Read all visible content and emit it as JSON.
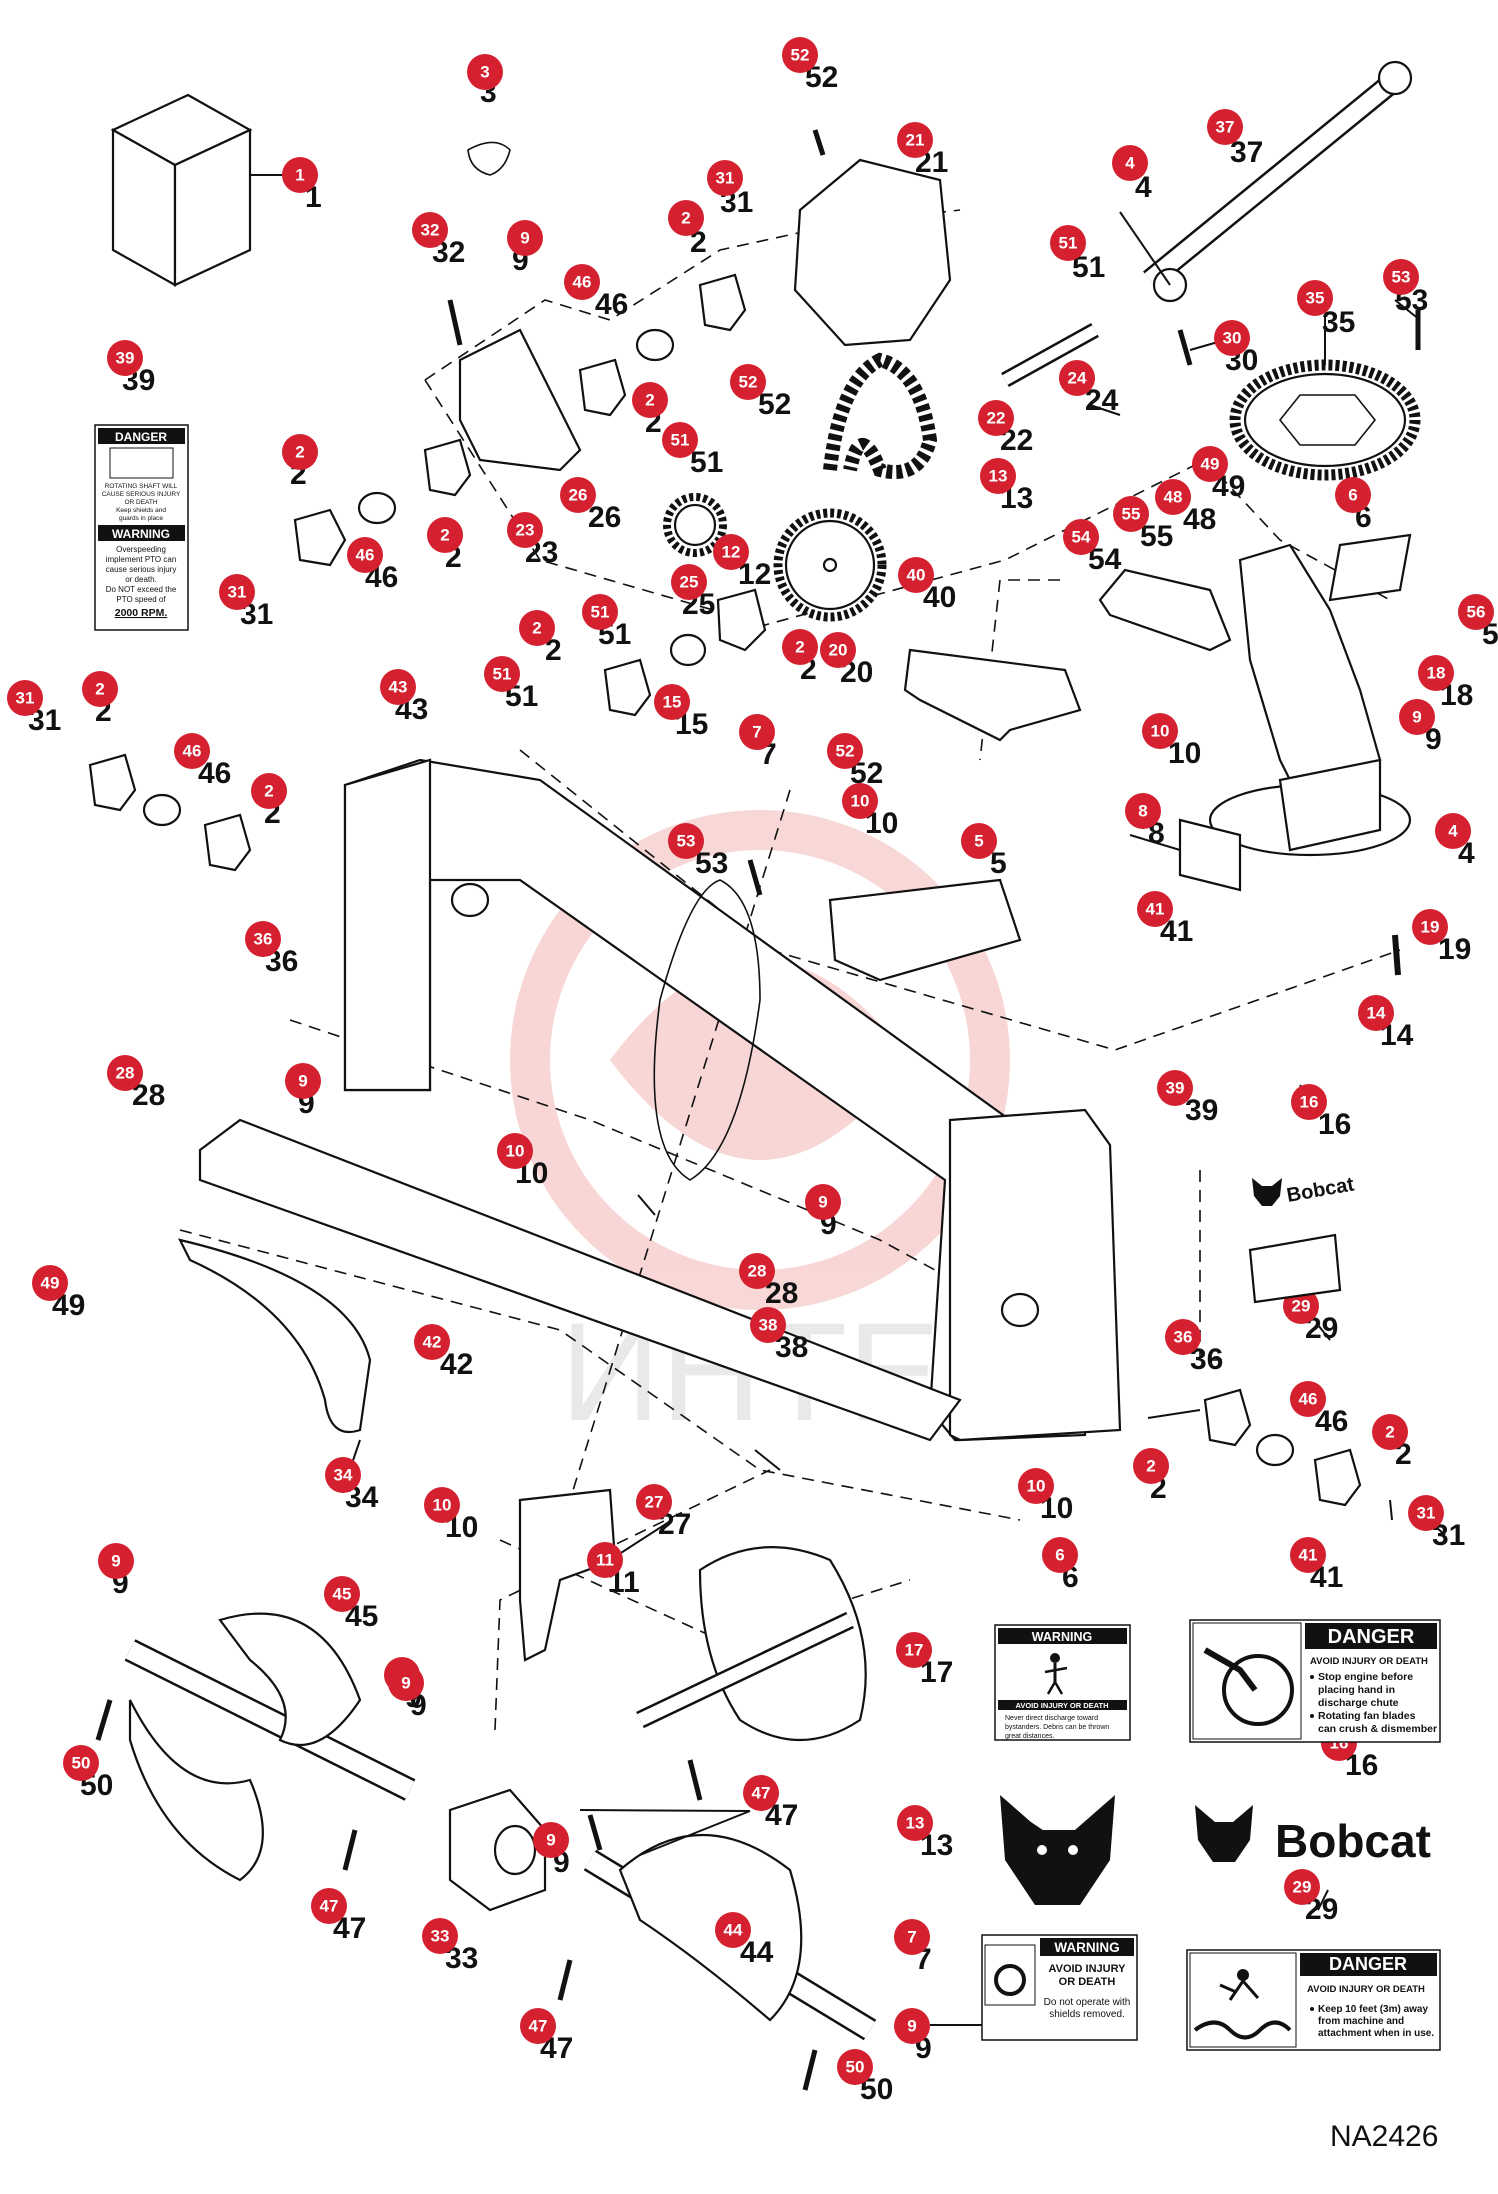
{
  "diagram": {
    "reference_code": "NA2426",
    "watermark": "ИНТЕХ",
    "marker_color": "#d4202f",
    "callouts": [
      {
        "num": "1"
      },
      {
        "num": "3"
      },
      {
        "num": "52"
      },
      {
        "num": "21"
      },
      {
        "num": "37"
      },
      {
        "num": "4"
      },
      {
        "num": "51"
      },
      {
        "num": "30"
      },
      {
        "num": "53"
      },
      {
        "num": "35"
      },
      {
        "num": "31"
      },
      {
        "num": "2"
      },
      {
        "num": "32"
      },
      {
        "num": "9"
      },
      {
        "num": "46"
      },
      {
        "num": "52"
      },
      {
        "num": "24"
      },
      {
        "num": "22"
      },
      {
        "num": "2"
      },
      {
        "num": "51"
      },
      {
        "num": "13"
      },
      {
        "num": "49"
      },
      {
        "num": "6"
      },
      {
        "num": "48"
      },
      {
        "num": "55"
      },
      {
        "num": "39"
      },
      {
        "num": "2"
      },
      {
        "num": "46"
      },
      {
        "num": "2"
      },
      {
        "num": "23"
      },
      {
        "num": "26"
      },
      {
        "num": "12"
      },
      {
        "num": "25"
      },
      {
        "num": "40"
      },
      {
        "num": "54"
      },
      {
        "num": "31"
      },
      {
        "num": "51"
      },
      {
        "num": "2"
      },
      {
        "num": "2"
      },
      {
        "num": "20"
      },
      {
        "num": "56"
      },
      {
        "num": "51"
      },
      {
        "num": "15"
      },
      {
        "num": "18"
      },
      {
        "num": "31"
      },
      {
        "num": "2"
      },
      {
        "num": "43"
      },
      {
        "num": "7"
      },
      {
        "num": "10"
      },
      {
        "num": "9"
      },
      {
        "num": "46"
      },
      {
        "num": "2"
      },
      {
        "num": "52"
      },
      {
        "num": "10"
      },
      {
        "num": "8"
      },
      {
        "num": "53"
      },
      {
        "num": "5"
      },
      {
        "num": "4"
      },
      {
        "num": "41"
      },
      {
        "num": "19"
      },
      {
        "num": "36"
      },
      {
        "num": "14"
      },
      {
        "num": "9"
      },
      {
        "num": "28"
      },
      {
        "num": "39"
      },
      {
        "num": "16"
      },
      {
        "num": "10"
      },
      {
        "num": "9"
      },
      {
        "num": "28"
      },
      {
        "num": "49"
      },
      {
        "num": "29"
      },
      {
        "num": "38"
      },
      {
        "num": "36"
      },
      {
        "num": "42"
      },
      {
        "num": "46"
      },
      {
        "num": "2"
      },
      {
        "num": "2"
      },
      {
        "num": "34"
      },
      {
        "num": "10"
      },
      {
        "num": "10"
      },
      {
        "num": "27"
      },
      {
        "num": "31"
      },
      {
        "num": "11"
      },
      {
        "num": "6"
      },
      {
        "num": "41"
      },
      {
        "num": "9"
      },
      {
        "num": "45"
      },
      {
        "num": "9"
      },
      {
        "num": "17"
      },
      {
        "num": "9"
      },
      {
        "num": "50"
      },
      {
        "num": "47"
      },
      {
        "num": "16"
      },
      {
        "num": "13"
      },
      {
        "num": "9"
      },
      {
        "num": "47"
      },
      {
        "num": "29"
      },
      {
        "num": "33"
      },
      {
        "num": "44"
      },
      {
        "num": "7"
      },
      {
        "num": "47"
      },
      {
        "num": "9"
      },
      {
        "num": "50"
      }
    ],
    "decal_39": {
      "head1": "DANGER",
      "body1": [
        "ROTATING SHAFT WILL",
        "CAUSE SERIOUS INJURY",
        "OR DEATH",
        "Keep shields and",
        "guards in place"
      ],
      "head2": "WARNING",
      "body2": [
        "Overspeeding",
        "implement PTO can",
        "cause serious injury",
        "or death.",
        "Do NOT exceed the",
        "PTO speed of"
      ],
      "speed": "2000 RPM."
    },
    "decal_6": {
      "head": "WARNING",
      "title": "AVOID INJURY OR DEATH",
      "body": [
        "Never direct discharge toward",
        "bystanders. Debris can be thrown",
        "great distances."
      ]
    },
    "decal_41": {
      "head": "DANGER",
      "title": "AVOID INJURY OR DEATH",
      "bullets": [
        "Stop engine before",
        "placing hand in",
        "discharge chute",
        "Rotating fan blades",
        "can crush & dismember"
      ]
    },
    "decal_7": {
      "head": "WARNING",
      "title": [
        "AVOID INJURY",
        "OR DEATH"
      ],
      "body": [
        "Do not operate with",
        "shields removed."
      ]
    },
    "decal_29": {
      "head": "DANGER",
      "title": "AVOID INJURY OR DEATH",
      "bullets": [
        "Keep 10 feet (3m) away",
        "from machine and",
        "attachment when in use."
      ]
    },
    "brand_16": "Bobcat",
    "brand_16_small": "Bobcat"
  }
}
